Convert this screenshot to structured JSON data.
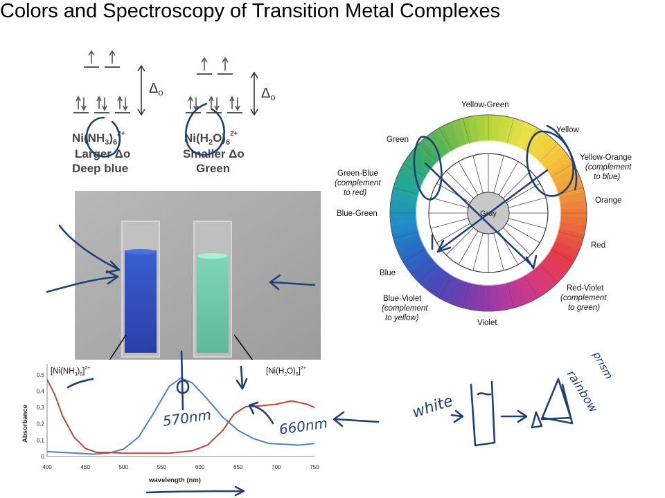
{
  "title": "Colors and Spectroscopy of Transition Metal Complexes",
  "left_complex": {
    "formula": "Ni(NH3)6 2+",
    "line1": "Ni(NH",
    "sub1": "3",
    "close": ")",
    "sub2": "6",
    "charge": "2+",
    "field": "Larger Δo",
    "color": "Deep blue"
  },
  "right_complex": {
    "formula": "Ni(H2O)6 2+",
    "line1": "Ni(H",
    "sub1": "2",
    "close": "O)",
    "sub2": "6",
    "charge": "2+",
    "field": "Smaller Δo",
    "color": "Green"
  },
  "delta_symbol": "Δ",
  "delta_sub": "o",
  "wheel": {
    "center": "Gray",
    "labels": {
      "yellow_green": "Yellow-Green",
      "yellow": "Yellow",
      "green": "Green",
      "yellow_orange": "Yellow-Orange",
      "yellow_orange_note1": "(complement",
      "yellow_orange_note2": "to blue)",
      "green_blue": "Green-Blue",
      "green_blue_note1": "(complement",
      "green_blue_note2": "to red)",
      "orange": "Orange",
      "blue_green": "Blue-Green",
      "red": "Red",
      "blue": "Blue",
      "blue_violet": "Blue-Violet",
      "blue_violet_note1": "(complement",
      "blue_violet_note2": "to yellow)",
      "red_violet": "Red-Violet",
      "red_violet_note1": "(complement",
      "red_violet_note2": "to green)",
      "violet": "Violet"
    }
  },
  "handwriting": {
    "peak1": "570nm",
    "peak2": "660nm",
    "white": "white",
    "rainbow": "rainbow",
    "prism_note": "prism"
  },
  "chart_data": {
    "type": "line",
    "xlabel": "wavelength (nm)",
    "ylabel": "Absorbance",
    "xlim": [
      400,
      750
    ],
    "ylim": [
      0,
      0.55
    ],
    "x_ticks": [
      400,
      450,
      500,
      550,
      600,
      650,
      700,
      750
    ],
    "y_ticks": [
      0,
      0.1,
      0.2,
      0.3,
      0.4,
      0.5
    ],
    "series": [
      {
        "name": "[Ni(NH3)6]2+",
        "color": "#4a84c0",
        "x": [
          400,
          420,
          440,
          460,
          480,
          500,
          520,
          540,
          560,
          575,
          590,
          610,
          630,
          650,
          670,
          690,
          710,
          730,
          750
        ],
        "y": [
          0.03,
          0.025,
          0.02,
          0.015,
          0.02,
          0.045,
          0.12,
          0.27,
          0.43,
          0.48,
          0.45,
          0.35,
          0.24,
          0.16,
          0.11,
          0.08,
          0.075,
          0.07,
          0.08
        ]
      },
      {
        "name": "[Ni(H2O)6]2+",
        "color": "#c0443a",
        "x": [
          400,
          410,
          420,
          435,
          450,
          465,
          480,
          500,
          530,
          560,
          590,
          610,
          630,
          645,
          660,
          680,
          700,
          720,
          740,
          750
        ],
        "y": [
          0.47,
          0.38,
          0.25,
          0.12,
          0.05,
          0.025,
          0.025,
          0.02,
          0.02,
          0.02,
          0.035,
          0.07,
          0.16,
          0.26,
          0.305,
          0.31,
          0.32,
          0.34,
          0.32,
          0.3
        ]
      }
    ]
  }
}
